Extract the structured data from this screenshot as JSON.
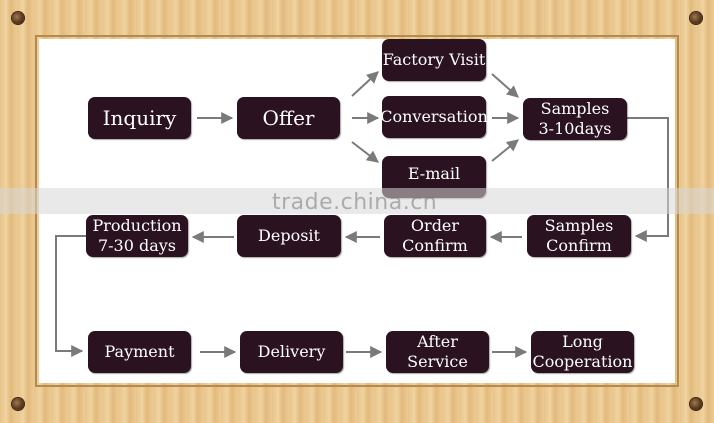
{
  "nodes": {
    "inquiry": "Inquiry",
    "offer": "Offer",
    "factory_visit": "Factory Visit",
    "conversation": "Conversation",
    "email": "E-mail",
    "samples": "Samples\n3-10days",
    "samples_confirm": "Samples\nConfirm",
    "order_confirm": "Order\nConfirm",
    "deposit": "Deposit",
    "production": "Production\n7-30 days",
    "payment": "Payment",
    "delivery": "Delivery",
    "after_service": "After\nService",
    "long_cooperation": "Long\nCooperation"
  },
  "watermark": "trade.china.cn",
  "colors": {
    "box": "#2a1220",
    "arrow": "#7a7a7a",
    "frame": "#e8c48a"
  }
}
